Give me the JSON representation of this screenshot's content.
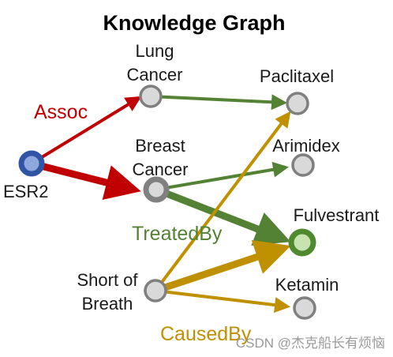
{
  "title": "Knowledge Graph",
  "nodes": {
    "esr2": {
      "label": "ESR2",
      "fill": "#8fa9df",
      "stroke": "#2f55a4"
    },
    "lung_cancer": {
      "label_lines": [
        "Lung",
        "Cancer"
      ]
    },
    "breast_cancer": {
      "label_lines": [
        "Breast",
        "Cancer"
      ]
    },
    "short_of_breath": {
      "label_lines": [
        "Short of",
        "Breath"
      ]
    },
    "paclitaxel": {
      "label": "Paclitaxel"
    },
    "arimidex": {
      "label": "Arimidex"
    },
    "fulvestrant": {
      "label": "Fulvestrant",
      "fill": "#c7e3b0",
      "stroke": "#4f8a2f"
    },
    "ketamin": {
      "label": "Ketamin"
    }
  },
  "relations": {
    "assoc": {
      "label": "Assoc",
      "color": "#c00000"
    },
    "treated_by": {
      "label": "TreatedBy",
      "color": "#548235"
    },
    "caused_by": {
      "label": "CausedBy",
      "color": "#bf9000"
    }
  },
  "node_style": {
    "default_fill": "#d9d9d9",
    "default_stroke": "#7f7f7f",
    "breast_stroke": "#808080"
  },
  "watermark": "CSDN @杰克船长有烦恼"
}
